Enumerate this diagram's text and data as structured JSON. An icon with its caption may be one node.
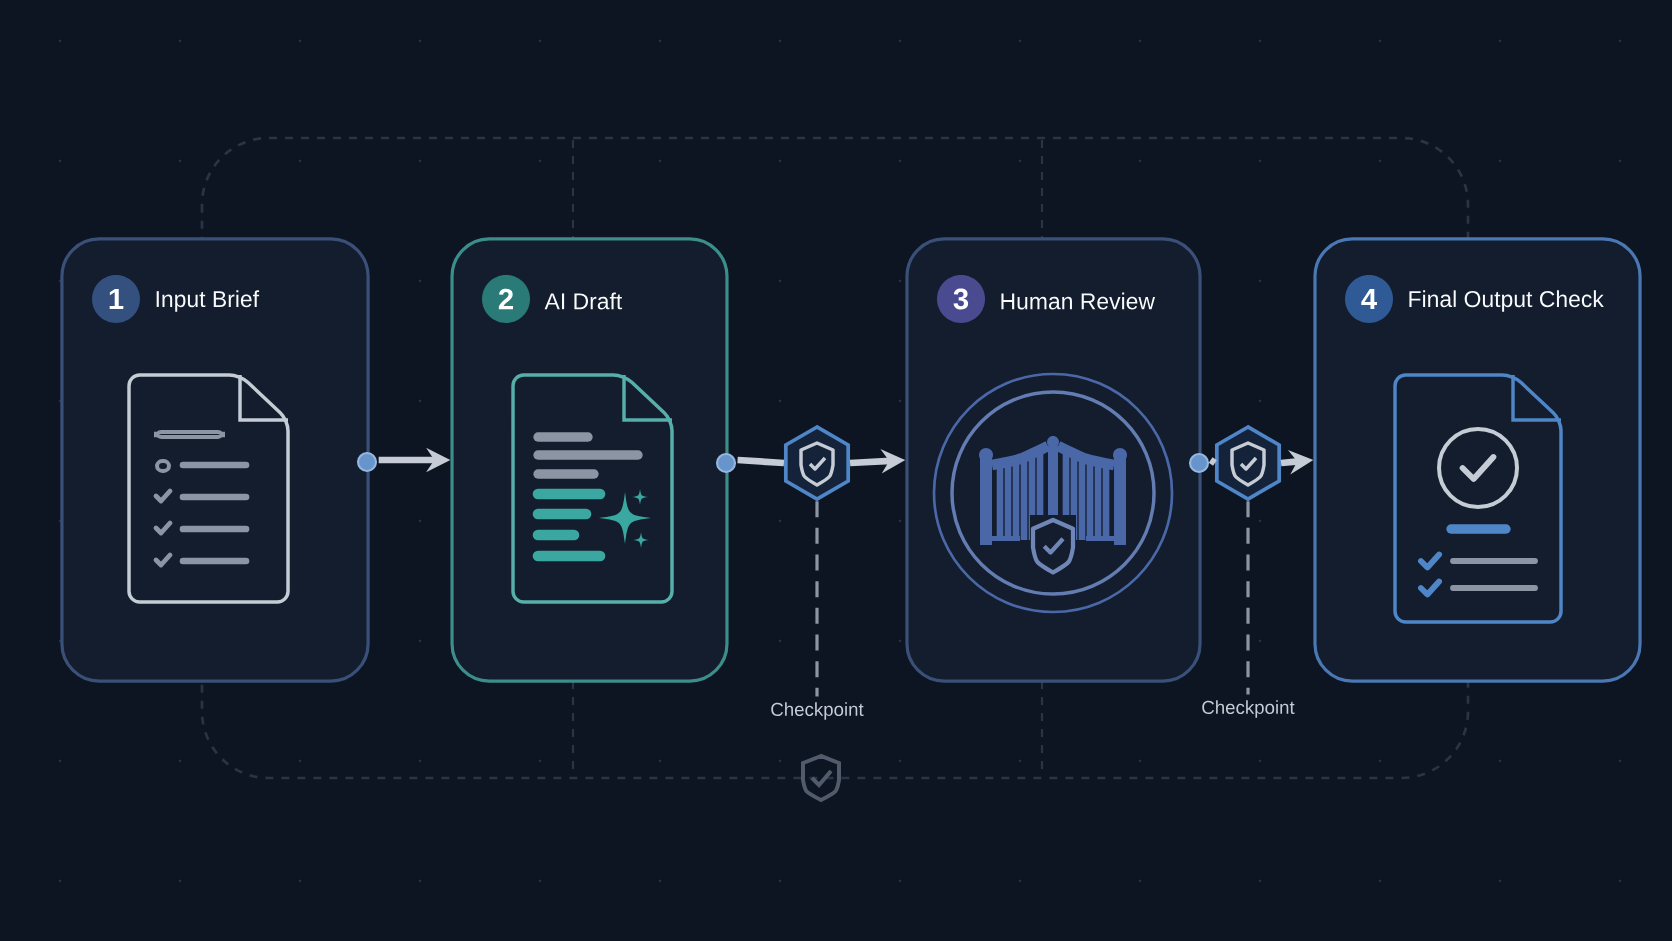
{
  "diagram": {
    "nodes": [
      {
        "text": [
          "1",
          "Input Brief"
        ]
      },
      {
        "text": [
          "2",
          "AI Draft"
        ]
      },
      {
        "text": [
          "3",
          "Human Review"
        ]
      },
      {
        "text": [
          "4",
          "Final Output Check"
        ]
      },
      {
        "text": [],
        "shape": "hexagon"
      },
      {
        "text": [
          "Checkpoint"
        ]
      },
      {
        "text": [],
        "shape": "hexagon"
      },
      {
        "text": [
          "Checkpoint"
        ]
      }
    ],
    "edges": [
      {
        "from": 0,
        "to": 1,
        "arrow": "to"
      },
      {
        "from": 1,
        "to": 4,
        "arrow": "none"
      },
      {
        "from": 4,
        "to": 2,
        "arrow": "to"
      },
      {
        "from": 2,
        "to": 6,
        "arrow": "none"
      },
      {
        "from": 6,
        "to": 3,
        "arrow": "to"
      },
      {
        "from": 4,
        "to": 5,
        "arrow": "none",
        "style": "dashed"
      },
      {
        "from": 6,
        "to": 7,
        "arrow": "none",
        "style": "dashed"
      }
    ]
  }
}
